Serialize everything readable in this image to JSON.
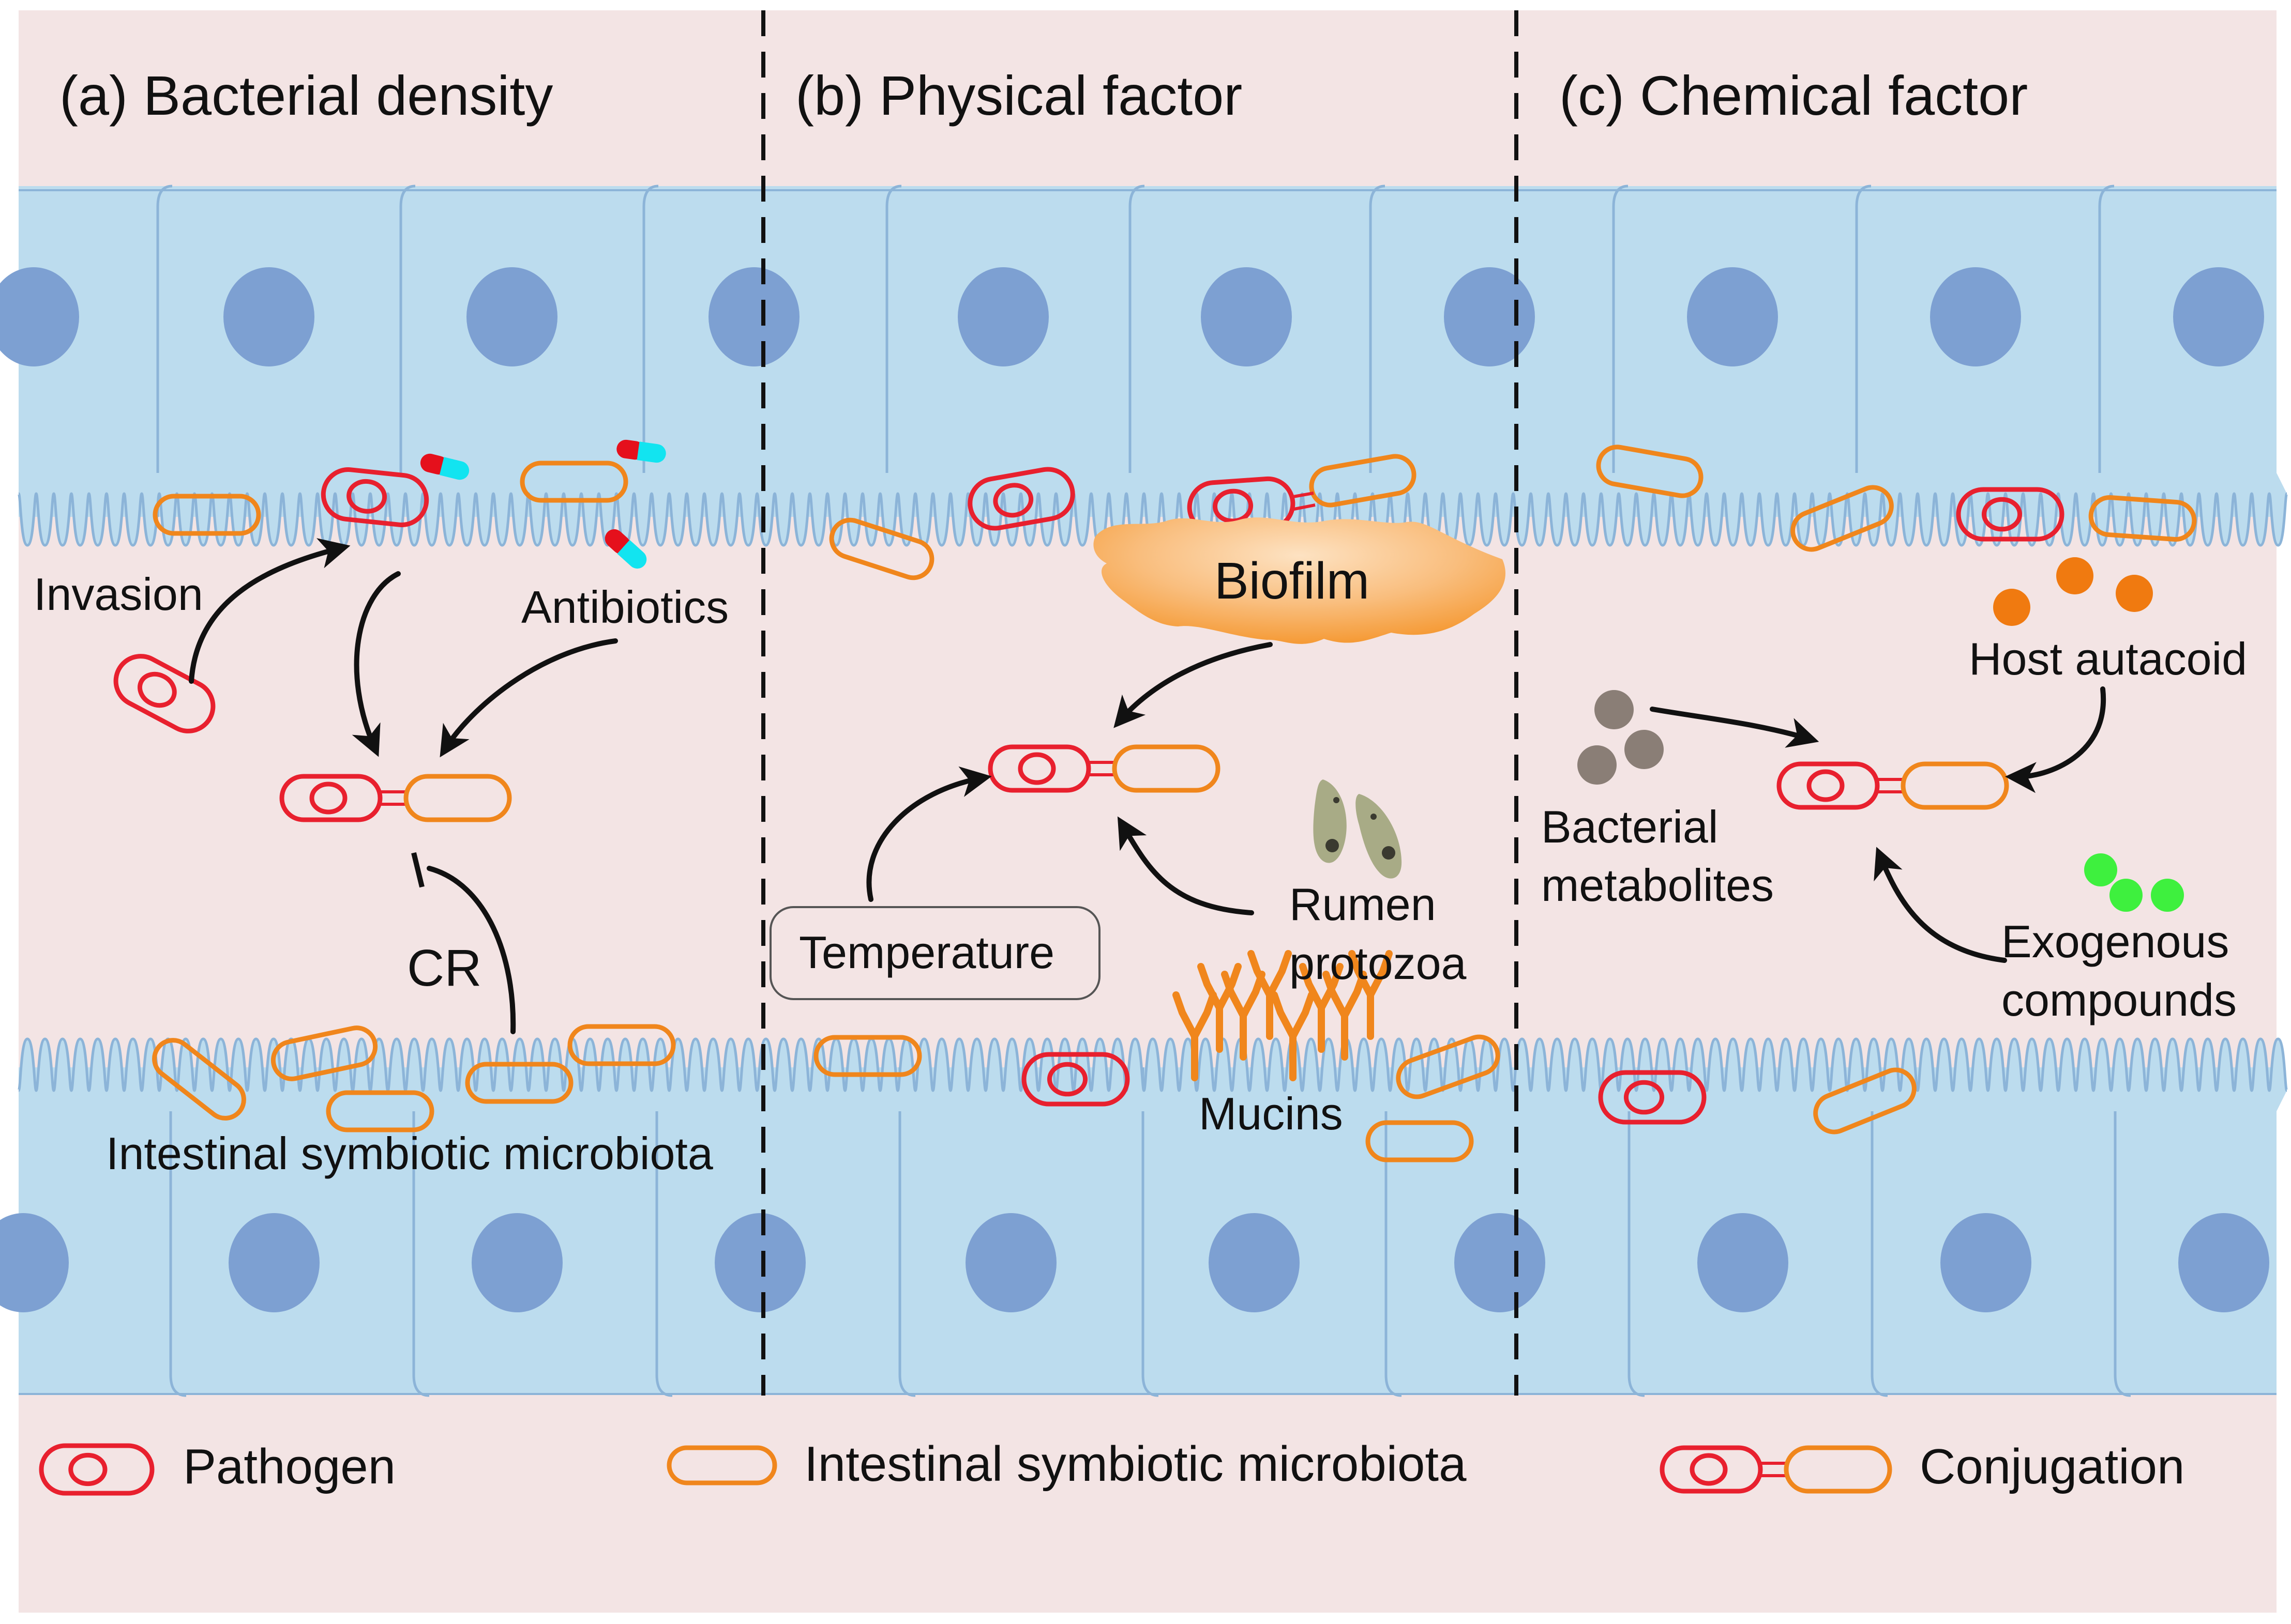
{
  "panels": {
    "a": "(a) Bacterial density",
    "b": "(b) Physical factor",
    "c": "(c) Chemical factor"
  },
  "labels": {
    "invasion": "Invasion",
    "antibiotics": "Antibiotics",
    "cr": "CR",
    "intestinal_microbiota": "Intestinal symbiotic microbiota",
    "biofilm": "Biofilm",
    "temperature": "Temperature",
    "rumen_line1": "Rumen",
    "rumen_line2": "protozoa",
    "mucins": "Mucins",
    "host_autacoid": "Host autacoid",
    "bacterial_line1": "Bacterial",
    "bacterial_line2": "metabolites",
    "exogenous_line1": "Exogenous",
    "exogenous_line2": "compounds"
  },
  "legend": {
    "pathogen": "Pathogen",
    "symbiotic": "Intestinal symbiotic microbiota",
    "conjugation": "Conjugation"
  },
  "colors": {
    "background": "#f3e4e4",
    "cell_fill": "#bcdcee",
    "cell_border": "#8cb4d8",
    "nucleus": "#7da0d2",
    "pathogen": "#e8202e",
    "symbiotic": "#f0861c",
    "biofilm": "#f7a64a",
    "autacoid": "#f07a10",
    "metabolite": "#8a7e76",
    "exogenous": "#3ef03e",
    "protozoa": "#a8ab86",
    "antibiotic_red": "#e5101c",
    "antibiotic_cyan": "#12e4f0"
  },
  "icons": {
    "pathogen": "pathogen-bacterium-icon",
    "symbiotic": "symbiotic-bacterium-icon",
    "conjugation": "conjugation-icon",
    "antibiotic": "capsule-icon",
    "protozoa": "protozoa-icon",
    "mucin": "mucin-icon"
  }
}
